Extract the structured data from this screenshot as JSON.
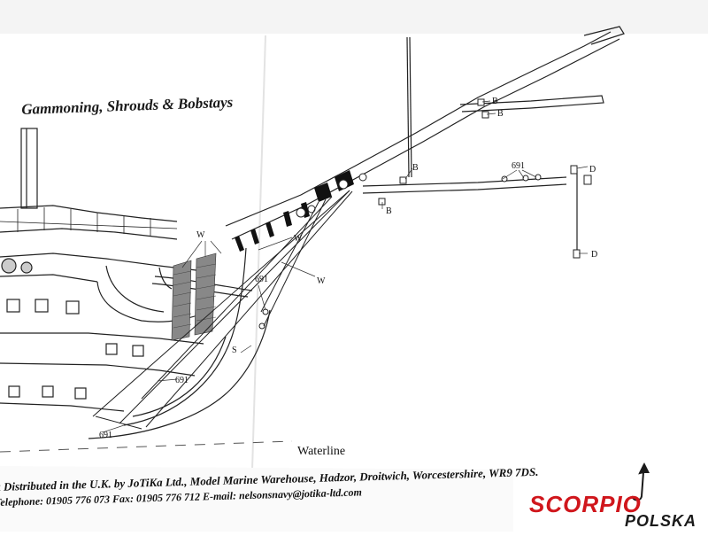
{
  "sheet": {
    "title": "Gammoning, Shrouds & Bobstays",
    "waterline_label": "Waterline",
    "footer_line1": "k Distributed in the U.K. by JoTiKa Ltd., Model Marine Warehouse, Hadzor, Droitwich, Worcestershire, WR9 7DS.",
    "footer_line2": "Telephone: 01905 776 073    Fax: 01905 776 712    E-mail: nelsonsnavy@jotika-ltd.com"
  },
  "labels": {
    "w": "W",
    "b": "B",
    "d": "D",
    "s": "S",
    "part_691": "691"
  },
  "watermark": {
    "brand": "SCORPIO",
    "sub": "POLSKA",
    "brand_color": "#d0161c"
  }
}
